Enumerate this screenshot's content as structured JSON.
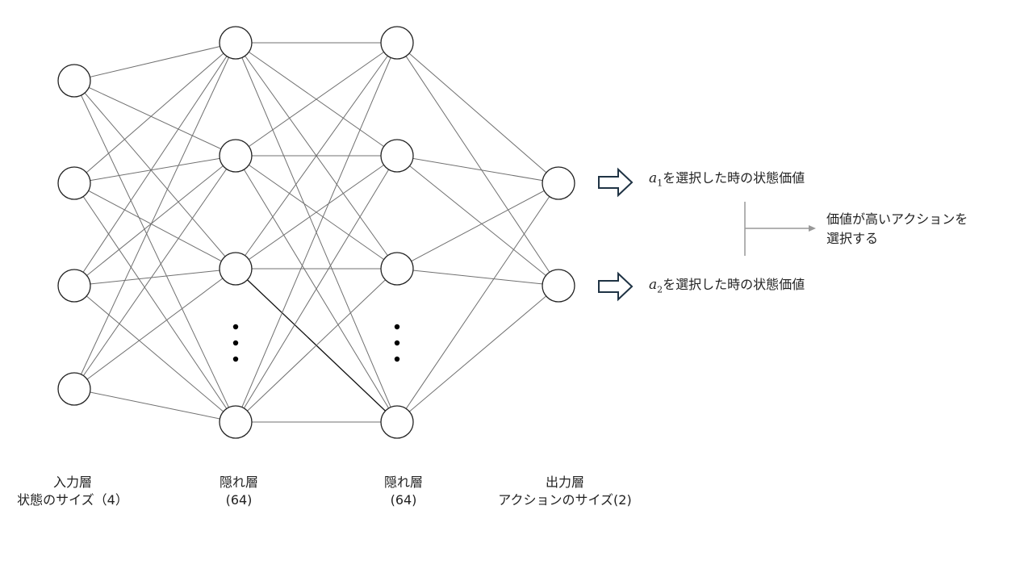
{
  "diagram": {
    "layers": [
      {
        "title": "入力層",
        "subtitle": "状態のサイズ（4）",
        "nodes": 4,
        "ellipsis": false
      },
      {
        "title": "隠れ層",
        "subtitle": "(64)",
        "nodes": 4,
        "ellipsis": true
      },
      {
        "title": "隠れ層",
        "subtitle": "(64)",
        "nodes": 4,
        "ellipsis": true
      },
      {
        "title": "出力層",
        "subtitle": "アクションのサイズ(2)",
        "nodes": 2,
        "ellipsis": false
      }
    ],
    "outputs": [
      {
        "symbol": "a",
        "index": "1",
        "text": "を選択した時の状態価値"
      },
      {
        "symbol": "a",
        "index": "2",
        "text": "を選択した時の状態価値"
      }
    ],
    "selection_note": {
      "line1": "価値が高いアクションを",
      "line2": "選択する"
    },
    "colors": {
      "edge": "#707070",
      "highlight_edge": "#111111",
      "node_stroke": "#222222",
      "arrow_stroke": "#1f3344",
      "note_arrow": "#999999"
    }
  }
}
